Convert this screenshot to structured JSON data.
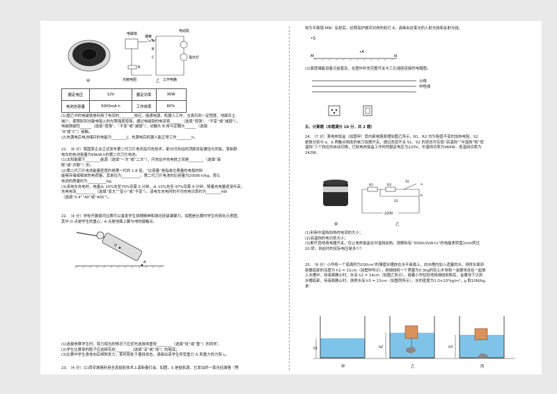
{
  "left": {
    "fig_labels": {
      "jia": "甲",
      "yi": "乙"
    },
    "circuit_labels": {
      "electromagnet": "电磁铁",
      "spring": "弹簧",
      "contact_a": "A",
      "contact_b": "B",
      "contact_c": "C",
      "motor": "电动机",
      "indicator": "指示灯",
      "resistor": "R",
      "photoresistor": "光敏电阻",
      "working_circuit": "工作电路"
    },
    "table": {
      "rows": [
        [
          "额定电压",
          "12V",
          "额定功率",
          "30W"
        ],
        [
          "电池总容量",
          "5000mA·h",
          "工作效率",
          "80%"
        ]
      ]
    },
    "q20_lines": [
      "(1)图乙中的电磁铁是利用了电流的________效应，接通电源，机器人工作，当清扫到一定程度，地面灰尘",
      "减少，使照射到光敏电阻上的光照强度增强，通过电磁铁的电流将______（选填“增强”、“不变”或“减弱”），",
      "电磁铁磁性______（选填“增强”、“不变”或“减弱”），动触头 B 将与定触头______（选填",
      "“A”或“C”）接触。",
      "(2)充满电后电池储存的电能为________J；充满电后机器人能正常工作________h。"
    ],
    "q21_lines": [
      "21.  （6 分）我国某企业正式发布第二代刀片电池及闪充技术，部分闪充站的顶部设有铺设光伏板，某新款",
      "电车的电池容量为69kW·h的第二代刀片电池。",
      "(1)太阳能属于________能源（选填“一次”或“二次”），闪充站中充电桩之间是________（选填“串",
      "联”或“并联”）的。",
      "(2)第二代刀片电池能量密度约是第一代的 1.8 倍，“比容量”是指单位质量的电极材料",
      "能够存储或释放的电荷量，其单位为__________。第二代刀片电池的比容量为200W·h/kg，那么",
      "电池的质量约为__________kg。",
      "(3)该电车充电时，电量从 10%充至70%仅需 5 分钟，从 10%充至 97%仅需 9 分钟，随着充电量逐渐升高，",
      "充电电流__________（选填“变大”“变小”或“不变”）。该电车充电时的平均充电功率约为________kW",
      "（选填“0.4”“40”或“400”）。"
    ],
    "q22_lines": [
      "22.  （4 分）学校开展拔河比赛可以激发学生拼搏精神和强化班级凝聚力。如图是比赛时学生的简化示意图，",
      "其中 O 点是学生的重心，A 点是地面上脚与地的接触点。"
    ],
    "q22_fig": {
      "o": "O",
      "a": "A"
    },
    "q22_sub": [
      "(1)选拔参赛学生时，臂力相当的情况下应优先选择体重较________（选填“轻”或“重”）的同学；",
      "(2)学生比赛穿的鞋子应选择花纹________（选填“深”或“浅”）的鞋底；",
      "(3)比赛中学生身体向后倾斜发力，某时刻处于僵持状态，请画出该学生所受重力 G 和重力的力臂 L。"
    ],
    "q23_line": "23.  （4 分）(1)西安城墙利用全息投影技术上演新春灯会。如图，S 是投影源，它发出的一束光经城墙（等"
  },
  "right": {
    "q23_cont": "效为平面镜 MN）反射后，经照亮护城河对岸的彩灯 A，请画出这束光的入射光线和反射光线。",
    "q23_fig": {
      "s": "•S",
      "a": "•A",
      "m": "M",
      "n": "N"
    },
    "q23_2": "(2)家庭储能设备日益普及，在图中补充完整开关与三孔插座连接的电路图。",
    "wires": {
      "fire": "火线",
      "neutral": "中性线"
    },
    "section5": "五、计算题（本题满分 16 分，共 2 题）",
    "q24_lines": [
      "24.  （7 分）某电热饭盒（如图甲）其内部电路原理如图乙所示，R1、R2 均为阻值不变的加热电阻，S2",
      "是拨分别与 a、b 两触点相连的单刀双掷开关，通过改变开关 S1、S2 的状态可实现“高温挡”“中温挡”和“低",
      "温挡”三个挡位的自动切换，已知电热饭盒工作时的额定电压为220V，中温挡功率为484W，低温挡功率为",
      "242W。"
    ],
    "q24_fig": {
      "jia": "甲",
      "yi": "乙",
      "r1": "R1",
      "r2": "R2",
      "s1": "S1",
      "s2": "S2",
      "v": "220V",
      "a": "a",
      "b": "b"
    },
    "q24_sub": [
      "(1)利用中温挡加热时电流的大小；",
      "(2)高温挡的电功率大小；",
      "(3)断开其他用电器开关，仅让电热饭盒在中温挡加热，观察标有“3000r/(kW·h)”的电能表转盘1min转过",
      "20 转，则此时的实际电压是多少？"
    ],
    "q25_lines": [
      "25.  （9 分）小华将一个底面积为200cm²的薄壁水槽放在水平桌面上，向水槽内加入适量的水，测得水面到",
      "容器底部的深度为 h1 = 11cm（如图甲所示），用细线将一个质量为0.3kg的实心木块和一金属块连在一起放",
      "入水槽中，待液面静止时，水深 h2 = 14cm（如图乙所示），接着小华轻轻地将细线剪断后，金属块下沉到",
      "水槽底部，待液面静止时，测得水深 h3 = 13cm（如图丙所示）。水的密度为1.0×10³kg/m³，g 取10N/kg，",
      "求："
    ],
    "q25_fig": {
      "jia": "甲",
      "yi": "乙",
      "bing": "丙",
      "h1": "h1",
      "h2": "h2",
      "h3": "h3"
    }
  }
}
